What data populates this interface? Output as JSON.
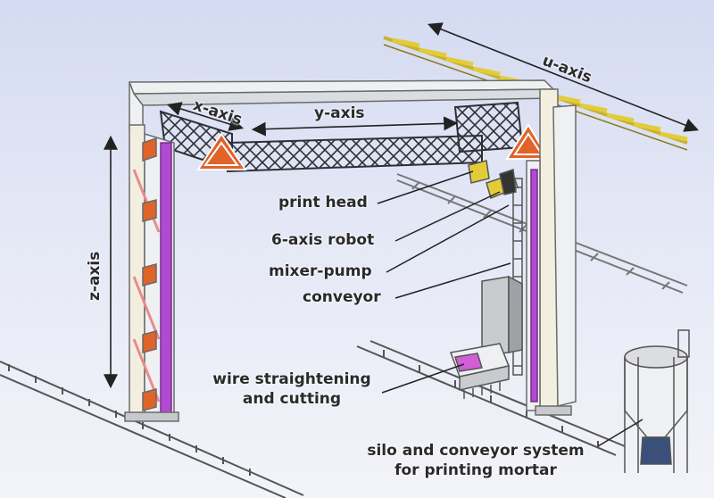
{
  "axes": {
    "x": "x-axis",
    "y": "y-axis",
    "z": "z-axis",
    "u": "u-axis"
  },
  "callouts": {
    "print_head": "print head",
    "robot": "6-axis robot",
    "mixer_pump": "mixer-pump",
    "conveyor": "conveyor",
    "wire_line1": "wire straightening",
    "wire_line2": "and cutting",
    "silo_line1": "silo and conveyor system",
    "silo_line2": "for printing mortar"
  },
  "colors": {
    "background_top": "#d4daf1",
    "frame": "#eef0f2",
    "truss": "#2f2f35",
    "warning_triangle": "#e0632a",
    "rail_yellow": "#e3cc3a",
    "magenta_column": "#b04bd0",
    "pink_panel": "#f0c0c8"
  }
}
